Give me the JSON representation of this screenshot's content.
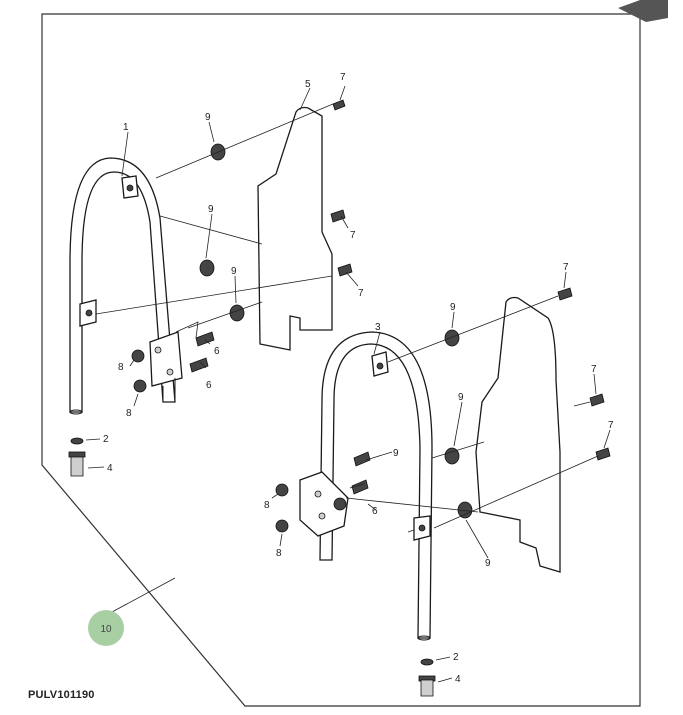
{
  "figure_id": "PULV101190",
  "reference_badge": "10",
  "colors": {
    "badge_fill": "#a8cfa4",
    "line": "#1a1a1a",
    "border": "#333333"
  },
  "callouts": {
    "c1": "1",
    "c5": "5",
    "c3": "3",
    "c2a": "2",
    "c2b": "2",
    "c4a": "4",
    "c4b": "4",
    "c6a": "6",
    "c6b": "6",
    "c6c": "6",
    "c7a": "7",
    "c7b": "7",
    "c7c": "7",
    "c7d": "7",
    "c7e": "7",
    "c7f": "7",
    "c8a": "8",
    "c8b": "8",
    "c8c": "8",
    "c8d": "8",
    "c9a": "9",
    "c9b": "9",
    "c9c": "9",
    "c9d": "9",
    "c9e": "9",
    "c9f": "9",
    "c9g": "9"
  },
  "corner_icon": "arrow-corner-icon"
}
